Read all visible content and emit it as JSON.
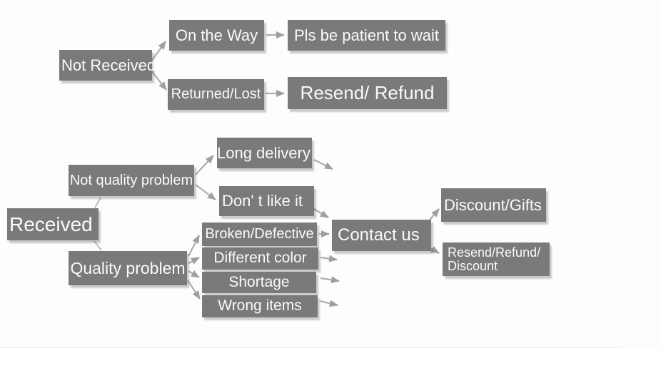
{
  "palette": {
    "node_fill": "#7a7a7a",
    "node_text": "#fafafa",
    "arrow": "#a9a9a9",
    "arrowhead": "#9f9f9f",
    "thin_connector": "#b8b8b8",
    "background": "#fdfdfd"
  },
  "flowchart": {
    "nodes": {
      "not_received": {
        "label": "Not Received"
      },
      "on_the_way": {
        "label": "On the Way"
      },
      "pls_be_patient": {
        "label": "Pls be patient to wait"
      },
      "returned_lost": {
        "label": "Returned/Lost"
      },
      "resend_refund": {
        "label": "Resend/ Refund"
      },
      "received": {
        "label": "Received"
      },
      "not_quality_problem": {
        "label": "Not quality problem"
      },
      "quality_problem": {
        "label": "Quality problem"
      },
      "long_delivery": {
        "label": "Long delivery"
      },
      "dont_like_it": {
        "label": "Don' t like it"
      },
      "broken_defective": {
        "label": "Broken/Defective"
      },
      "different_color": {
        "label": "Different color"
      },
      "shortage": {
        "label": "Shortage"
      },
      "wrong_items": {
        "label": "Wrong items"
      },
      "contact_us": {
        "label": "Contact us"
      },
      "discount_gifts": {
        "label": "Discount/Gifts"
      },
      "resend_refund_discount": {
        "line1": "Resend/Refund/",
        "line2": "Discount"
      }
    },
    "edges": [
      {
        "from": "not_received",
        "to": "on_the_way"
      },
      {
        "from": "not_received",
        "to": "returned_lost"
      },
      {
        "from": "on_the_way",
        "to": "pls_be_patient"
      },
      {
        "from": "returned_lost",
        "to": "resend_refund"
      },
      {
        "from": "received",
        "to": "not_quality_problem"
      },
      {
        "from": "received",
        "to": "quality_problem"
      },
      {
        "from": "not_quality_problem",
        "to": "long_delivery"
      },
      {
        "from": "not_quality_problem",
        "to": "dont_like_it"
      },
      {
        "from": "long_delivery",
        "to": "contact_us"
      },
      {
        "from": "dont_like_it",
        "to": "contact_us"
      },
      {
        "from": "quality_problem",
        "to": "broken_defective"
      },
      {
        "from": "quality_problem",
        "to": "different_color"
      },
      {
        "from": "quality_problem",
        "to": "shortage"
      },
      {
        "from": "quality_problem",
        "to": "wrong_items"
      },
      {
        "from": "broken_defective",
        "to": "contact_us"
      },
      {
        "from": "different_color",
        "to": "contact_us"
      },
      {
        "from": "shortage",
        "to": "contact_us"
      },
      {
        "from": "wrong_items",
        "to": "contact_us"
      },
      {
        "from": "contact_us",
        "to": "discount_gifts"
      },
      {
        "from": "contact_us",
        "to": "resend_refund_discount"
      }
    ]
  }
}
